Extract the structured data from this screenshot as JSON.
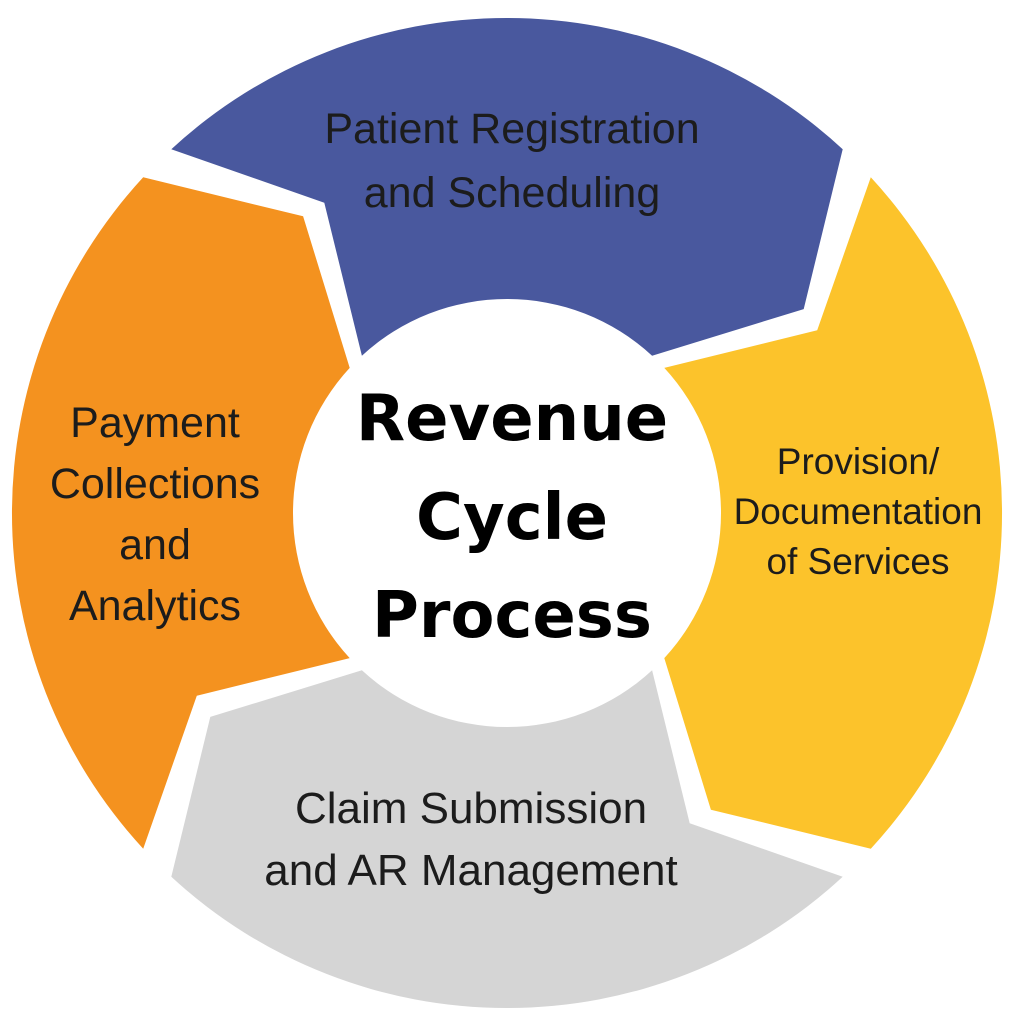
{
  "diagram": {
    "background_color": "#FFFFFF",
    "label_color": "#1C1C1C",
    "center": {
      "text_color": "#000000",
      "lines": [
        "Revenue",
        "Cycle",
        "Process"
      ]
    },
    "segments": [
      {
        "name": "patient-registration-and-scheduling",
        "position": "top",
        "color": "#49589E",
        "lines": [
          "Patient Registration",
          "and Scheduling"
        ]
      },
      {
        "name": "provision-documentation-of-services",
        "position": "right",
        "color": "#FCC32B",
        "lines": [
          "Provision/",
          "Documentation",
          "of Services"
        ]
      },
      {
        "name": "claim-submission-and-ar-management",
        "position": "bottom",
        "color": "#D5D5D5",
        "lines": [
          "Claim Submission",
          "and AR Management"
        ]
      },
      {
        "name": "payment-collections-and-analytics",
        "position": "left",
        "color": "#F4921F",
        "lines": [
          "Payment",
          "Collections",
          "and",
          "Analytics"
        ]
      }
    ]
  }
}
